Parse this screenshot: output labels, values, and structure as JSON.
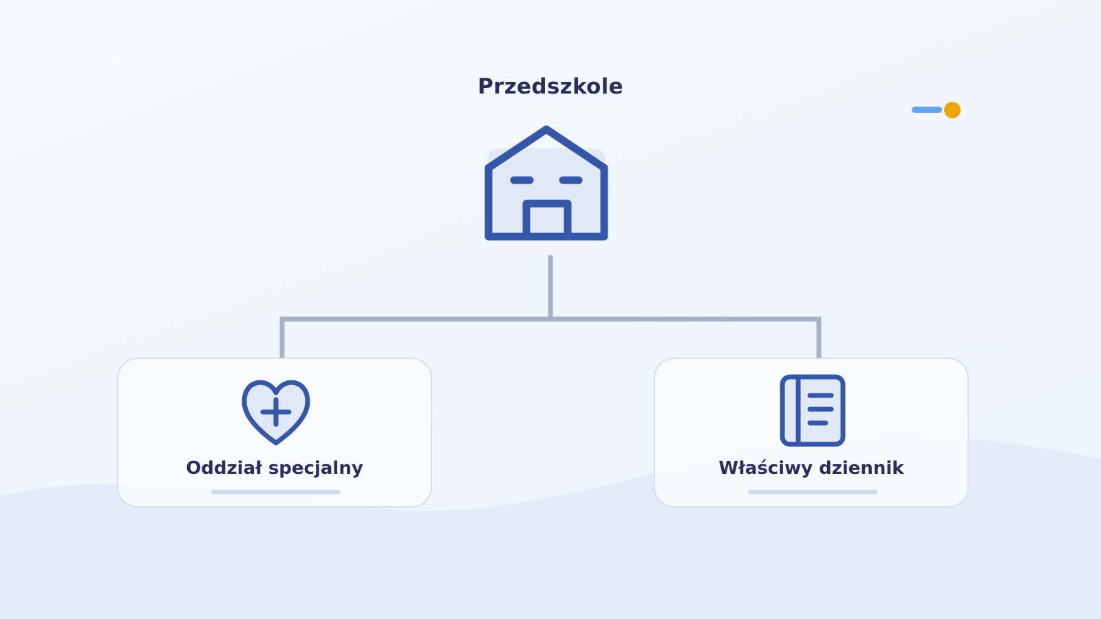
{
  "diagram": {
    "root": {
      "label": "Przedszkole",
      "icon": "school-building-icon"
    },
    "children": [
      {
        "label": "Oddział specjalny",
        "icon": "heart-plus-icon"
      },
      {
        "label": "Właściwy dziennik",
        "icon": "journal-book-icon"
      }
    ]
  },
  "colors": {
    "icon_stroke": "#3557a8",
    "icon_fill": "#e1e8f6",
    "connector": "#aab0c8",
    "text": "#2b2e5a",
    "accent_dash": "#63a5ea",
    "accent_dot": "#f0a30a"
  }
}
